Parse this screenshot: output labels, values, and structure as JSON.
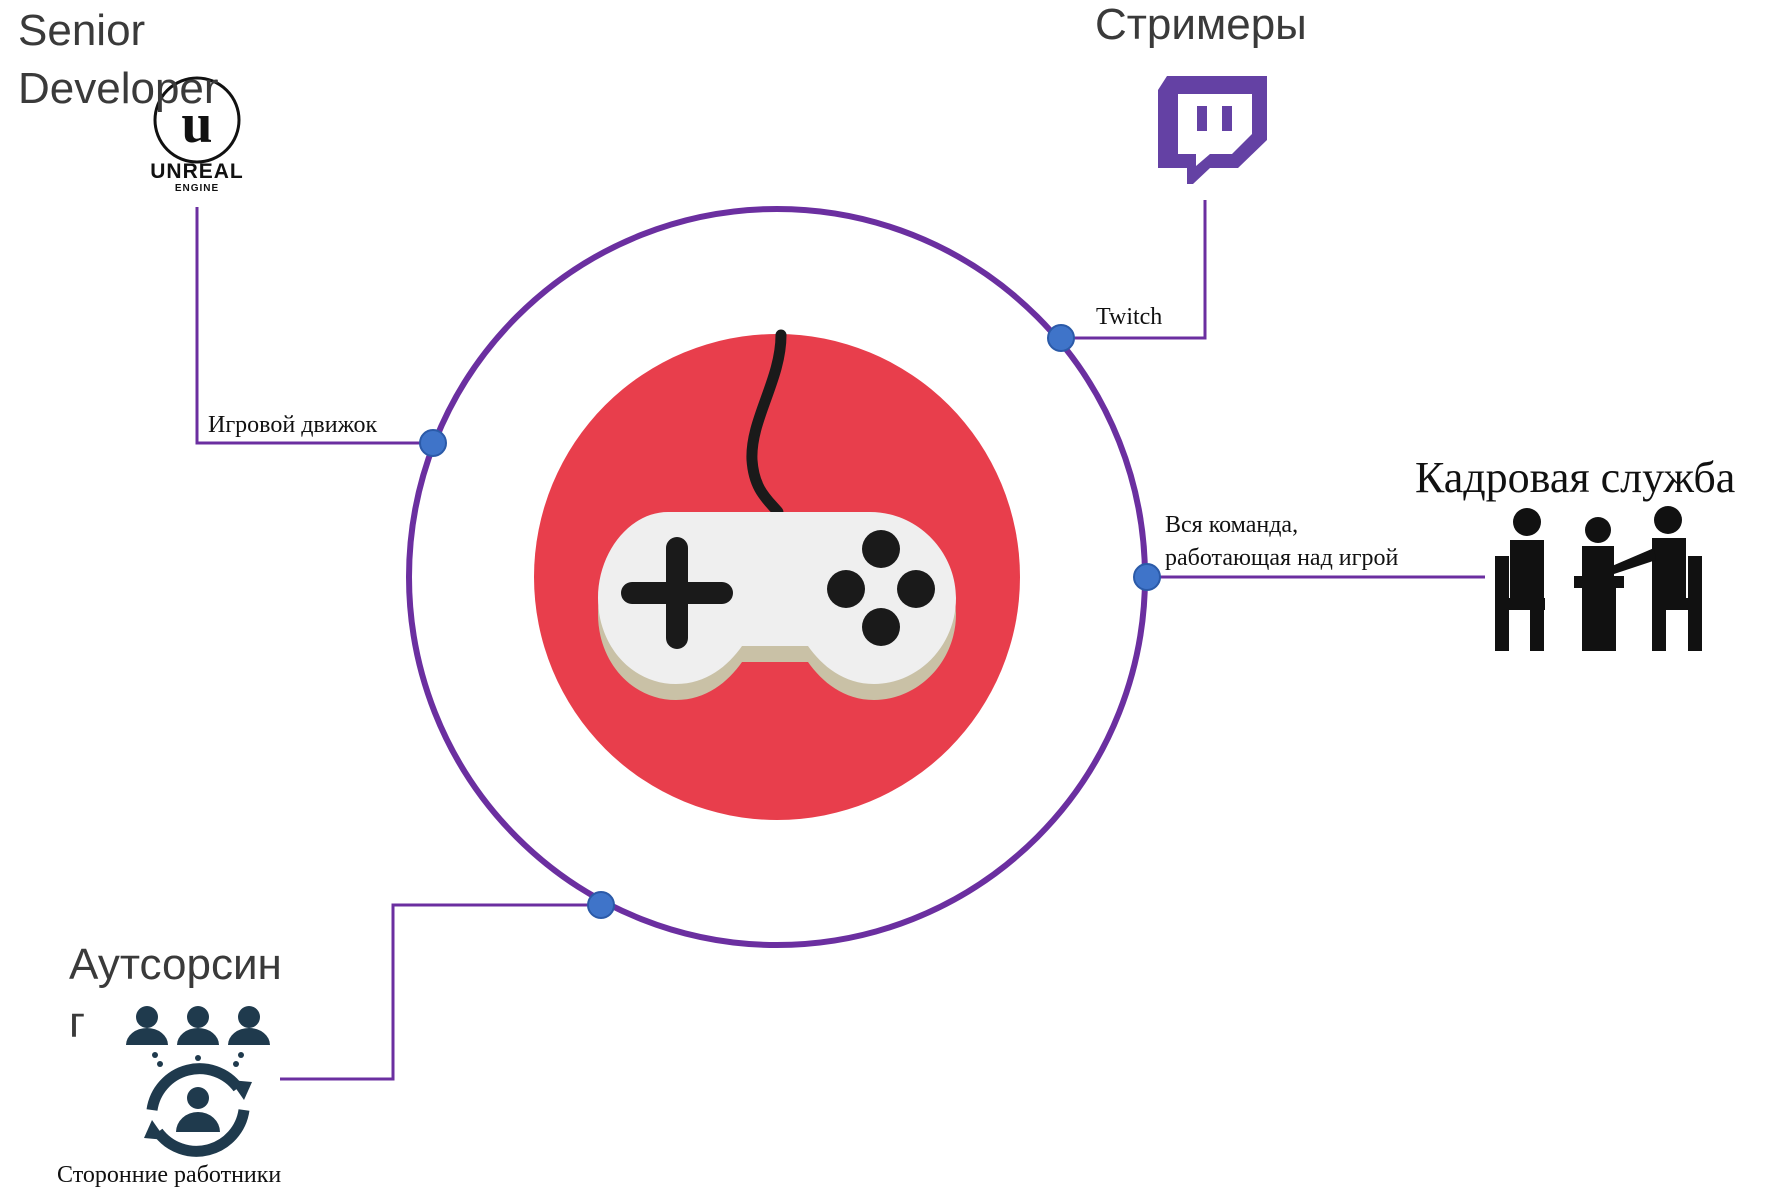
{
  "center": {
    "icon": "gamepad-icon",
    "circle_color": "#E83E4C"
  },
  "ring_color": "#6B2FA0",
  "dot_color": "#3F74C9",
  "nodes": {
    "engine": {
      "title_line1": "Senior",
      "title_line2": "Developer",
      "logo_text": "UNREAL",
      "logo_subtext": "ENGINE",
      "edge_label": "Игровой движок",
      "icon": "unreal-engine-icon"
    },
    "streamers": {
      "title": "Стримеры",
      "edge_label": "Twitch",
      "icon": "twitch-icon",
      "brand_color": "#6441A4"
    },
    "hr": {
      "title": "Кадровая служба",
      "edge_label_line1": "Вся команда,",
      "edge_label_line2": "работающая над игрой",
      "icon": "meeting-people-icon"
    },
    "outsourcing": {
      "title_line1": "Аутсорсин",
      "title_line2": "г",
      "caption": "Сторонние работники",
      "icon": "outsourcing-people-icon",
      "icon_color": "#1F3A4D"
    }
  }
}
